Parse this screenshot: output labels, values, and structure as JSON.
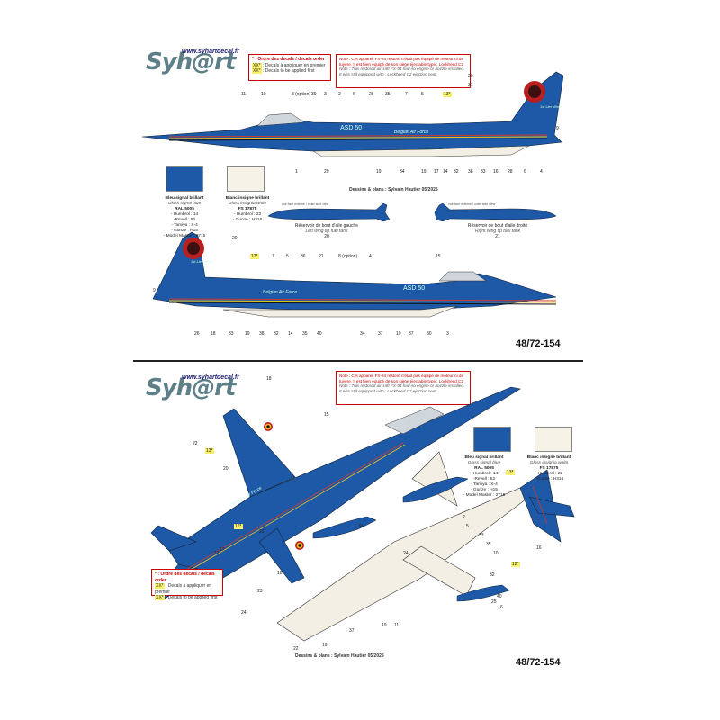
{
  "brand": {
    "logo": "Syh@rt",
    "site": "www.syhartdecal.fr"
  },
  "order_box": {
    "title": "* : Ordre des decals / decals order",
    "first_code": "XX*",
    "first_fr": ": Decals à appliquer en premier",
    "first_en": ": Decals to be applied first"
  },
  "note_box": {
    "fr": "Note : Cet appareil FX-94 restoré n'était pas équipé de moteur ni de tuyère. Il est bien équipé de son siège éjectable type : Lockheed C2",
    "en": "Note : This restored aircraft FX-94 had no engine or nozzle installed. It was still equipped with : Lockheed C2 ejection seat."
  },
  "colors": {
    "blue": {
      "hex": "#1e59a8",
      "name": "Bleu signal brillant",
      "name_en": "Gloss signal blue",
      "ral": "RAL 5005",
      "humbrol": "- Humbrol : 14",
      "revell": "-Revell : 52",
      "tamiya": "- Tamiya : X-4",
      "gunze": "- Gunze : H15",
      "model_master": "- Model Master : 2715"
    },
    "white": {
      "hex": "#f6f2e8",
      "name": "Blanc insigne brillant",
      "name_en": "Gloss insignia white",
      "fs": "FS 17875",
      "humbrol": "- Humbrol : 22",
      "gunze": "- Gunze : H316"
    }
  },
  "tanks": {
    "top_label": "vue face externe / outer side view",
    "left_fr": "Réservoir de bout d'aile gauche",
    "left_en": "Left wing tip fuel tank",
    "right_fr": "Réservoir de bout d'aile droite",
    "right_en": "Right wing tip fuel tank",
    "left_num": "20",
    "right_num": "21"
  },
  "markings": {
    "fuselage_text": "Belgian Air Force",
    "asd": "ASD 50",
    "fin_text": "1st Lier Wing",
    "option": "(option)",
    "first_mark": "13*",
    "first_mark_b": "12*"
  },
  "credit": "Dessins & plans : Sylvain Hautier 05/2025",
  "reference": "48/72-154",
  "numbers_top_profile": [
    "11",
    "10",
    "8 (option)",
    "39",
    "3",
    "2",
    "6",
    "26",
    "35",
    "7",
    "5",
    "13*",
    "20",
    "31",
    "9",
    "1",
    "29",
    "19",
    "34",
    "19",
    "17",
    "14",
    "32",
    "38",
    "33",
    "16",
    "28",
    "6",
    "4"
  ],
  "numbers_bottom_profile": [
    "20",
    "9",
    "12*",
    "7",
    "5",
    "36",
    "21",
    "8 (option)",
    "15",
    "4",
    "26",
    "18",
    "33",
    "19",
    "38",
    "32",
    "14",
    "35",
    "40",
    "34",
    "37",
    "19",
    "37",
    "30",
    "3"
  ],
  "numbers_plan": [
    "18",
    "15",
    "22",
    "13*",
    "20",
    "12*",
    "22",
    "17",
    "17",
    "18",
    "24",
    "23",
    "22",
    "19",
    "37",
    "34",
    "11",
    "19",
    "24",
    "2",
    "5",
    "33",
    "35",
    "10",
    "13*",
    "12*",
    "16",
    "32",
    "40",
    "25",
    "6"
  ]
}
